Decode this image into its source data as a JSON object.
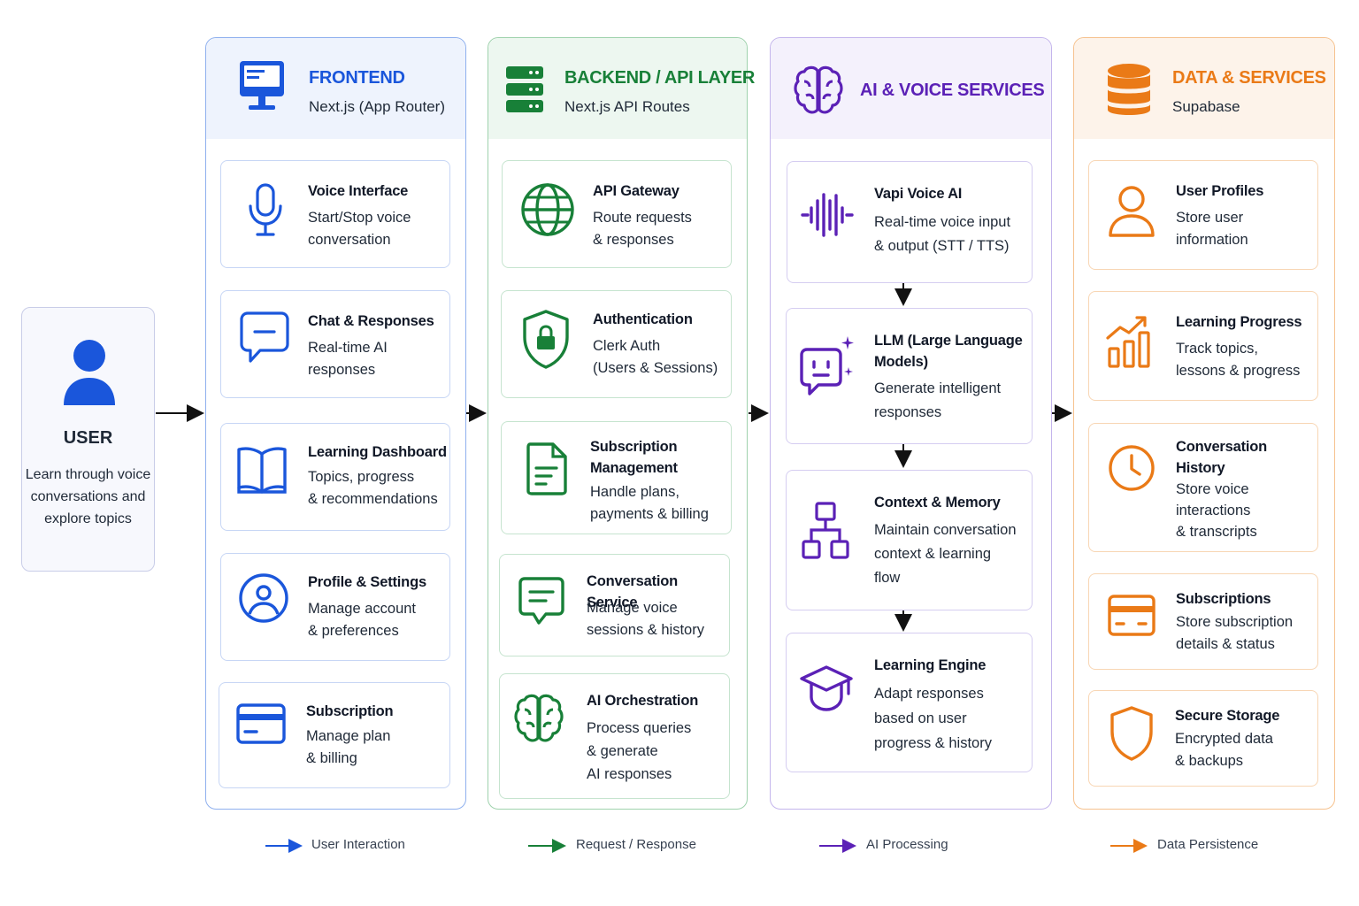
{
  "user": {
    "title": "USER",
    "description": "Learn through voice conversations and explore topics"
  },
  "columns": [
    {
      "title": "FRONTEND",
      "subtitle": "Next.js (App Router)",
      "color": "#1a56db",
      "cards": [
        {
          "title": "Voice Interface",
          "description": "Start/Stop voice\nconversation",
          "icon": "microphone-icon"
        },
        {
          "title": "Chat & Responses",
          "description": "Real-time AI\nresponses",
          "icon": "chat-bubble-icon"
        },
        {
          "title": "Learning Dashboard",
          "description": "Topics, progress\n& recommendations",
          "icon": "book-icon"
        },
        {
          "title": "Profile & Settings",
          "description": "Manage account\n& preferences",
          "icon": "user-circle-icon"
        },
        {
          "title": "Subscription",
          "description": "Manage plan\n& billing",
          "icon": "credit-card-icon"
        }
      ]
    },
    {
      "title": "BACKEND / API LAYER",
      "subtitle": "Next.js API Routes",
      "color": "#188038",
      "cards": [
        {
          "title": "API Gateway",
          "description": "Route requests\n& responses",
          "icon": "globe-icon"
        },
        {
          "title": "Authentication",
          "description": "Clerk Auth\n(Users & Sessions)",
          "icon": "shield-lock-icon"
        },
        {
          "title": "Subscription\nManagement",
          "description": "Handle plans,\npayments & billing",
          "icon": "document-icon"
        },
        {
          "title": "Conversation Service",
          "description": "Manage voice\nsessions & history",
          "icon": "message-square-icon"
        },
        {
          "title": "AI Orchestration",
          "description": "Process queries\n& generate\nAI responses",
          "icon": "brain-icon"
        }
      ]
    },
    {
      "title": "AI & VOICE SERVICES",
      "subtitle": "",
      "color": "#5b21b6",
      "cards": [
        {
          "title": "Vapi Voice AI",
          "description": "Real-time voice input\n& output (STT / TTS)",
          "icon": "waveform-icon"
        },
        {
          "title": "LLM (Large Language\nModels)",
          "description": "Generate intelligent\nresponses",
          "icon": "robot-chat-icon"
        },
        {
          "title": "Context & Memory",
          "description": "Maintain conversation\ncontext & learning\nflow",
          "icon": "hierarchy-icon"
        },
        {
          "title": "Learning Engine",
          "description": "Adapt responses\nbased on user\nprogress & history",
          "icon": "graduation-cap-icon"
        }
      ]
    },
    {
      "title": "DATA & SERVICES",
      "subtitle": "Supabase",
      "color": "#ea7a17",
      "cards": [
        {
          "title": "User Profiles",
          "description": "Store user\ninformation",
          "icon": "user-icon"
        },
        {
          "title": "Learning Progress",
          "description": "Track topics,\nlessons & progress",
          "icon": "bar-chart-icon"
        },
        {
          "title": "Conversation\nHistory",
          "description": "Store voice\ninteractions\n& transcripts",
          "icon": "clock-icon"
        },
        {
          "title": "Subscriptions",
          "description": "Store subscription\ndetails & status",
          "icon": "card-icon"
        },
        {
          "title": "Secure Storage",
          "description": "Encrypted data\n& backups",
          "icon": "shield-icon"
        }
      ]
    }
  ],
  "legend": [
    {
      "label": "User Interaction",
      "color": "#1a56db"
    },
    {
      "label": "Request / Response",
      "color": "#188038"
    },
    {
      "label": "AI Processing",
      "color": "#5b21b6"
    },
    {
      "label": "Data Persistence",
      "color": "#ea7a17"
    }
  ]
}
